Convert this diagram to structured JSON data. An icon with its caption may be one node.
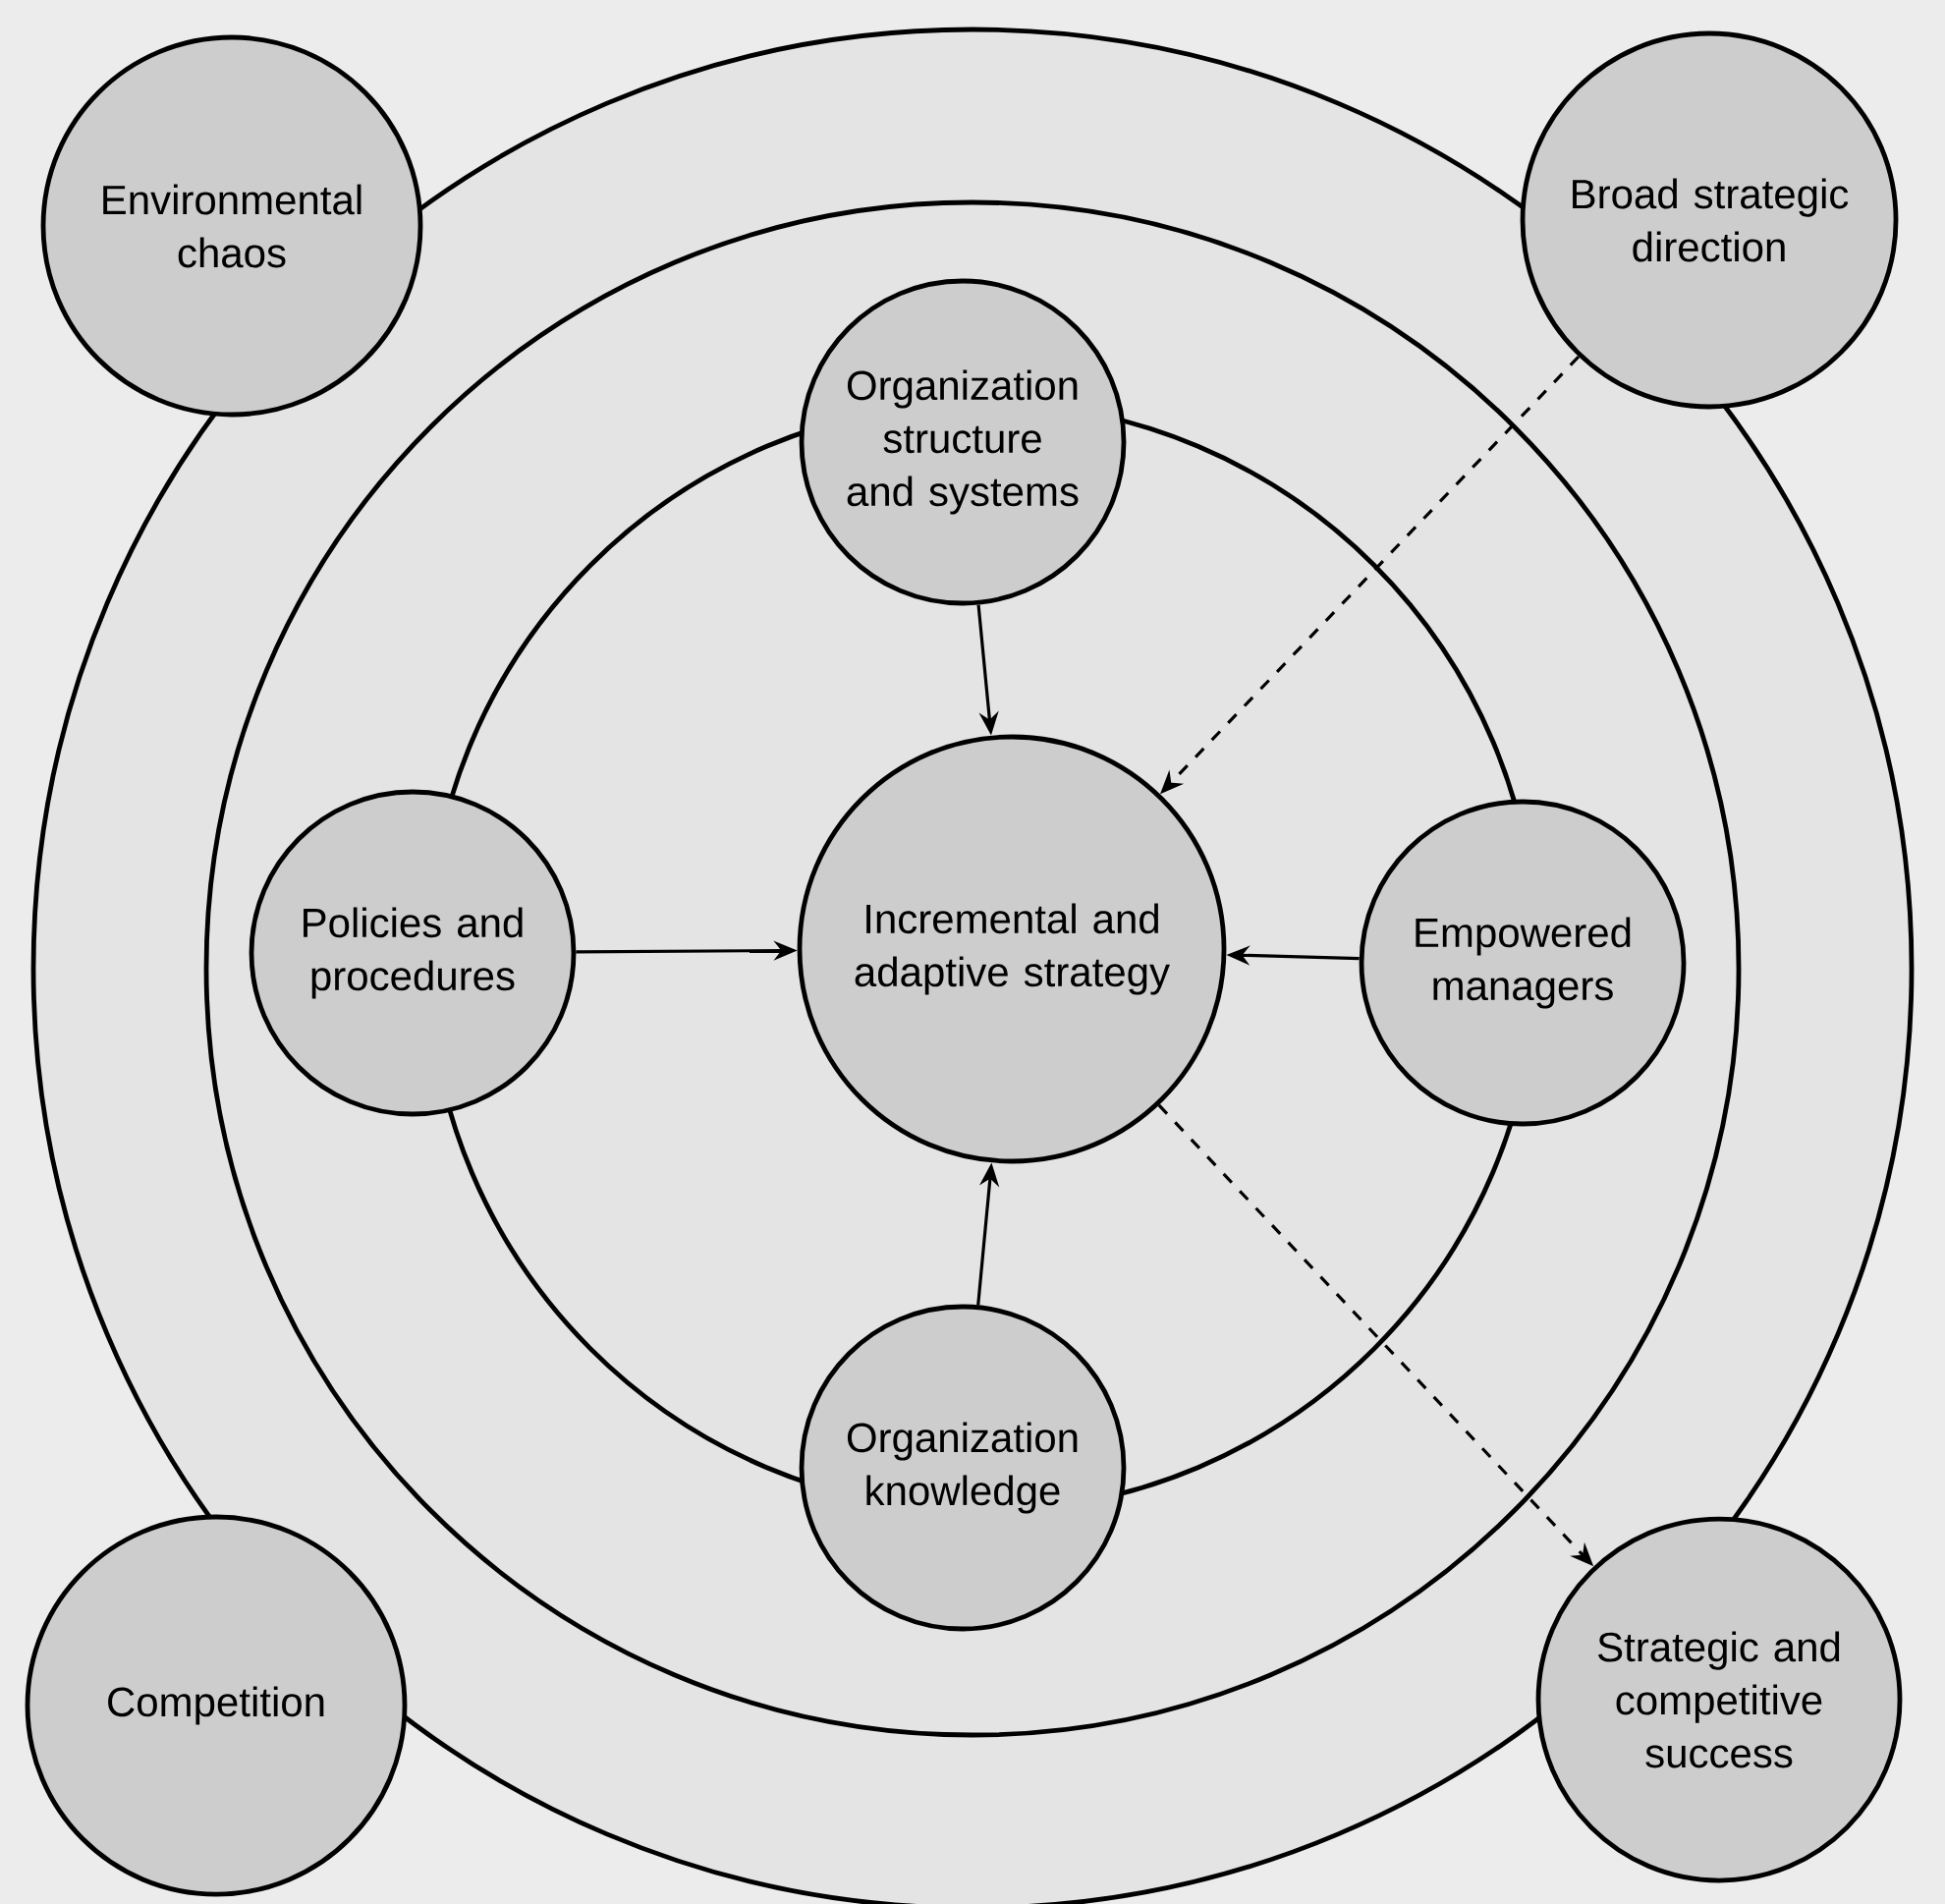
{
  "diagram": {
    "nodes": [
      {
        "text": [
          "Environmental chaos"
        ]
      },
      {
        "text": [
          "Broad strategic direction"
        ]
      },
      {
        "text": [
          "Organization structure and systems"
        ]
      },
      {
        "text": [
          "Policies and procedures"
        ]
      },
      {
        "text": [
          "Incremental and adaptive strategy"
        ]
      },
      {
        "text": [
          "Empowered managers"
        ]
      },
      {
        "text": [
          "Organization knowledge"
        ]
      },
      {
        "text": [
          "Competition"
        ]
      },
      {
        "text": [
          "Strategic and competitive success"
        ]
      }
    ],
    "edges": [
      {
        "from": 2,
        "to": 4,
        "arrow": "to"
      },
      {
        "from": 3,
        "to": 4,
        "arrow": "to"
      },
      {
        "from": 5,
        "to": 4,
        "arrow": "to"
      },
      {
        "from": 6,
        "to": 4,
        "arrow": "to"
      },
      {
        "from": 1,
        "to": 4,
        "arrow": "to",
        "style": "dashed"
      },
      {
        "from": 4,
        "to": 8,
        "arrow": "to",
        "style": "dashed"
      }
    ]
  }
}
